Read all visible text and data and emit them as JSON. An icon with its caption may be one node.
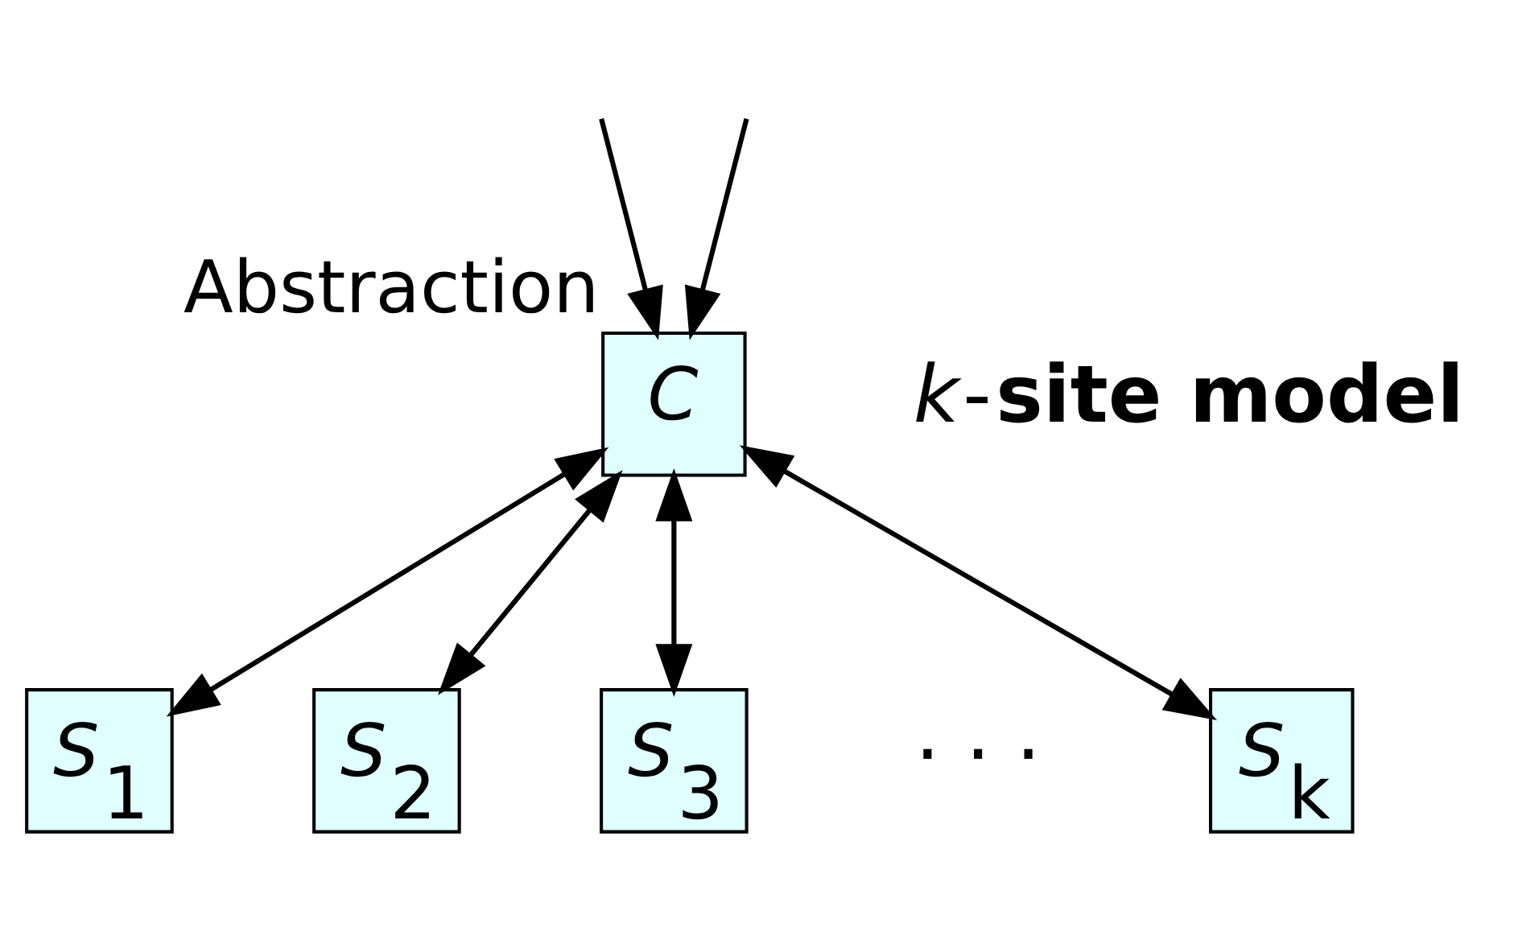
{
  "diagram": {
    "nodes": [
      {
        "text": [
          "*C*"
        ],
        "beside": [
          "Abstraction"
        ]
      },
      {
        "text": [
          "*S*$_{1}$"
        ]
      },
      {
        "text": [
          "*S*$_{2}$"
        ]
      },
      {
        "text": [
          "*S*$_{3}$"
        ]
      },
      {
        "text": [
          "*S*$_{k}$"
        ]
      }
    ],
    "edges": [
      {
        "from": null,
        "to": 0,
        "arrow": "to"
      },
      {
        "from": null,
        "to": 0,
        "arrow": "to"
      },
      {
        "from": 0,
        "to": 1,
        "arrow": "both"
      },
      {
        "from": 0,
        "to": 2,
        "arrow": "both"
      },
      {
        "from": 0,
        "to": 3,
        "arrow": "both"
      },
      {
        "from": 0,
        "to": 4,
        "arrow": "both"
      }
    ],
    "labels": [
      "*k*-**site model**",
      "· · ·"
    ]
  }
}
